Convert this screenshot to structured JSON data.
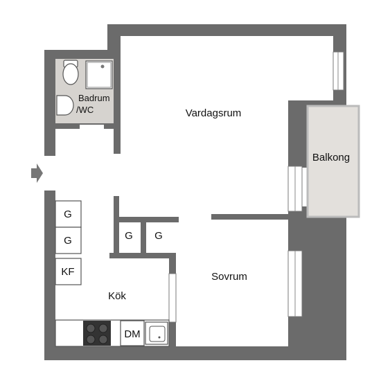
{
  "rooms": {
    "living_room": "Vardagsrum",
    "bathroom": "Badrum\n/WC",
    "bathroom_line1": "Badrum",
    "bathroom_line2": "/WC",
    "balcony": "Balkong",
    "bedroom": "Sovrum",
    "kitchen": "Kök"
  },
  "cabinets": {
    "kitchen_g_top": "G",
    "kitchen_g_bottom": "G",
    "fridge_freezer": "KF",
    "hall_g_left": "G",
    "hall_g_right": "G",
    "dishwasher": "DM"
  },
  "colors": {
    "wall": "#6b6b6b",
    "wet_area": "#d6d3cf",
    "balcony": "#e3e0dc",
    "entrance_arrow": "#777777"
  },
  "icons": {
    "entrance": "arrow-right-icon",
    "toilet": "toilet-icon",
    "shower": "shower-icon",
    "sink": "sink-icon",
    "stove": "stove-icon",
    "kitchen_sink": "kitchen-sink-icon"
  }
}
